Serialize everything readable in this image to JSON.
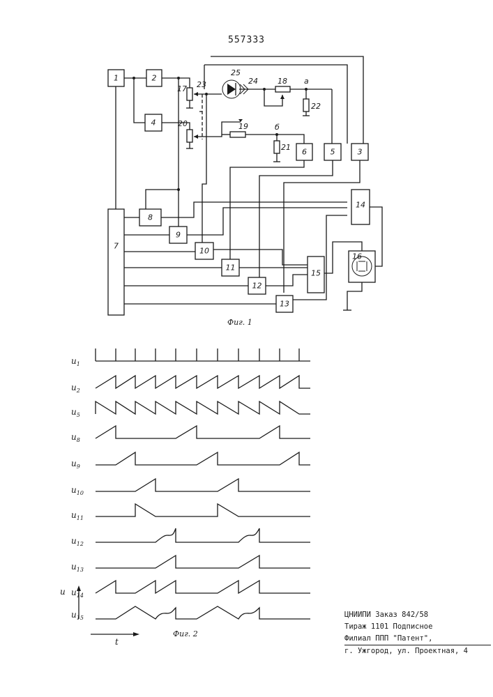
{
  "page_number": "557333",
  "fig1": {
    "caption": "Фиг. 1",
    "blocks": [
      "1",
      "2",
      "4",
      "3",
      "5",
      "6",
      "7",
      "8",
      "9",
      "10",
      "11",
      "12",
      "13",
      "14",
      "15",
      "16"
    ],
    "components": {
      "r17": "17",
      "r18": "18",
      "r19": "19",
      "r20": "20",
      "r21": "21",
      "r22": "22",
      "n23": "23",
      "n24": "24",
      "d25": "25",
      "node_a": "а",
      "node_b": "б"
    }
  },
  "fig2": {
    "caption": "Фиг. 2",
    "axis_u": "u",
    "axis_t": "t",
    "signals": [
      {
        "base": "u",
        "sub": "1"
      },
      {
        "base": "u",
        "sub": "2"
      },
      {
        "base": "u",
        "sub": "5"
      },
      {
        "base": "u",
        "sub": "8"
      },
      {
        "base": "u",
        "sub": "9"
      },
      {
        "base": "u",
        "sub": "10"
      },
      {
        "base": "u",
        "sub": "11"
      },
      {
        "base": "u",
        "sub": "12"
      },
      {
        "base": "u",
        "sub": "13"
      },
      {
        "base": "u",
        "sub": "14"
      },
      {
        "base": "u",
        "sub": "15"
      }
    ]
  },
  "imprint": {
    "line1": "ЦНИИПИ Заказ 842/58",
    "line2": "Тираж 1101 Подписное",
    "line3": "Филиал ППП \"Патент\",",
    "line4": "г. Ужгород, ул. Проектная, 4"
  }
}
